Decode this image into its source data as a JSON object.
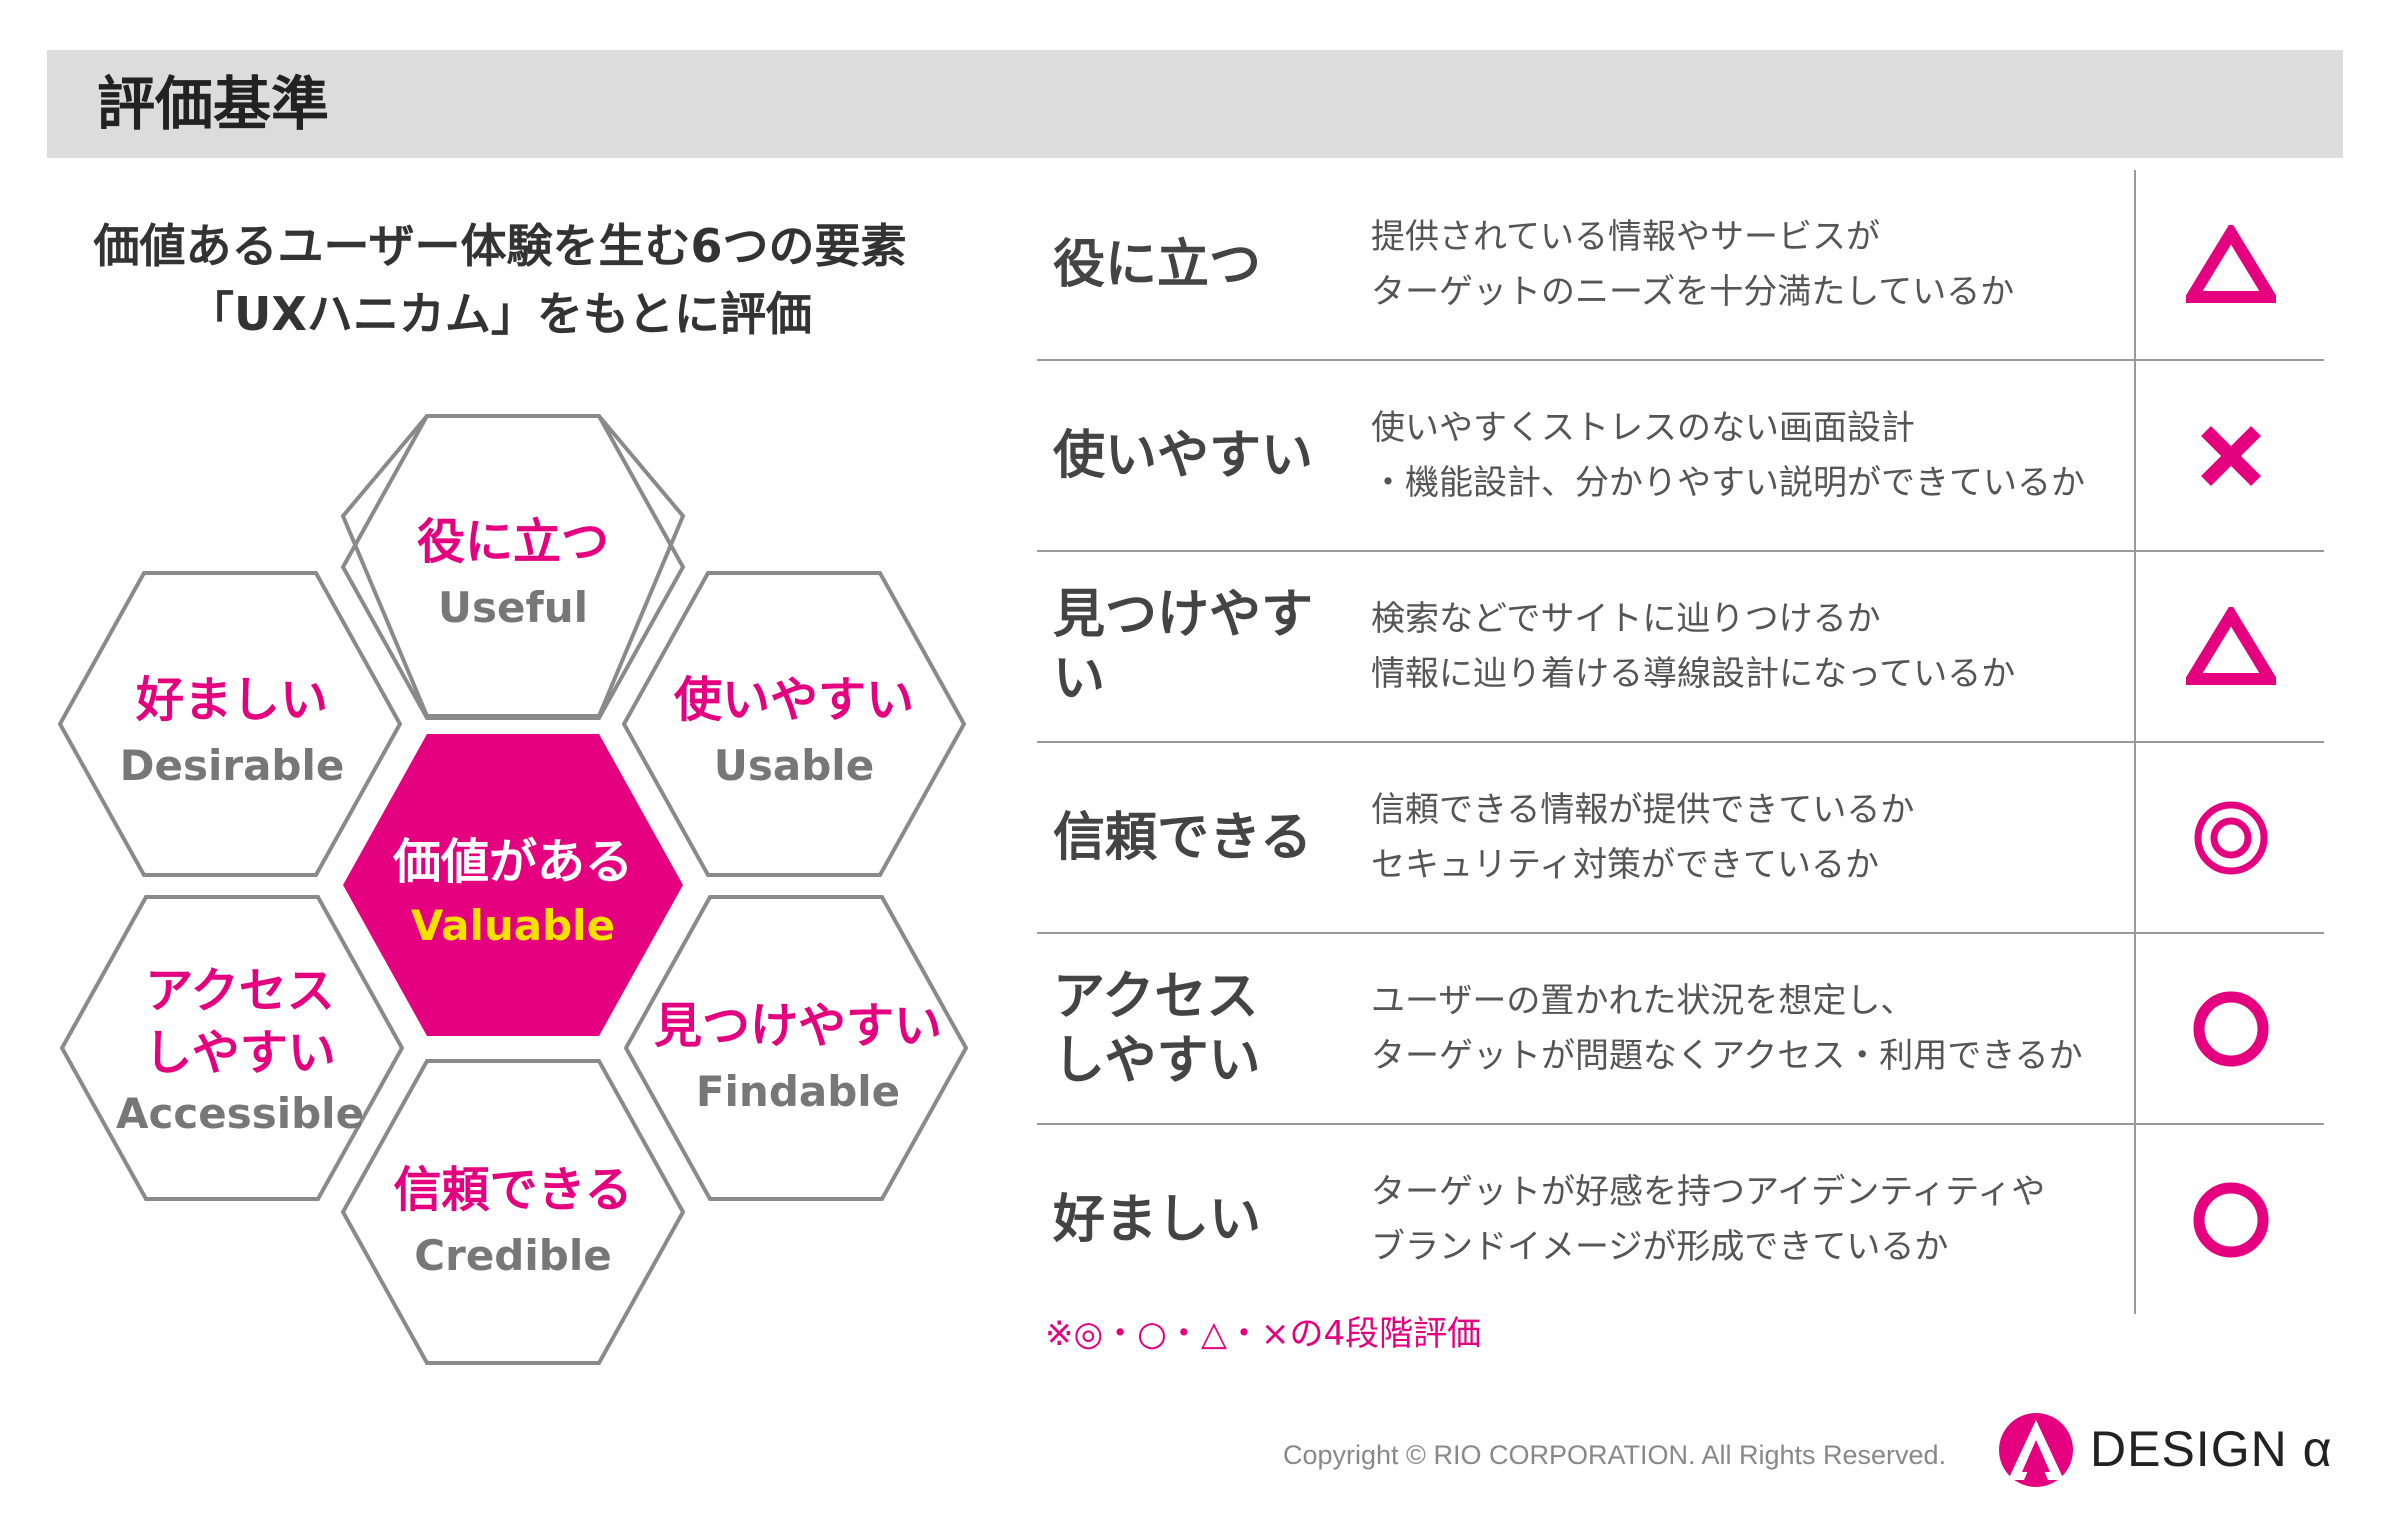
{
  "header": {
    "title": "評価基準"
  },
  "intro": {
    "line1": "価値あるユーザー体験を生む6つの要素",
    "line2": "「UXハニカム」をもとに評価"
  },
  "honeycomb": {
    "useful": {
      "jp": "役に立つ",
      "en": "Useful"
    },
    "desirable": {
      "jp": "好ましい",
      "en": "Desirable"
    },
    "usable": {
      "jp": "使いやすい",
      "en": "Usable"
    },
    "valuable": {
      "jp": "価値がある",
      "en": "Valuable"
    },
    "accessible": {
      "jp1": "アクセス",
      "jp2": "しやすい",
      "en": "Accessible"
    },
    "findable": {
      "jp": "見つけやすい",
      "en": "Findable"
    },
    "credible": {
      "jp": "信頼できる",
      "en": "Credible"
    }
  },
  "rows": [
    {
      "label": "役に立つ",
      "desc1": "提供されている情報やサービスが",
      "desc2": "ターゲットのニーズを十分満たしているか",
      "mark": "triangle"
    },
    {
      "label": "使いやすい",
      "desc1": "使いやすくストレスのない画面設計",
      "desc2": "・機能設計、分かりやすい説明ができているか",
      "mark": "cross"
    },
    {
      "label": "見つけやすい",
      "desc1": "検索などでサイトに辿りつけるか",
      "desc2": "情報に辿り着ける導線設計になっているか",
      "mark": "triangle"
    },
    {
      "label": "信頼できる",
      "desc1": "信頼できる情報が提供できているか",
      "desc2": "セキュリティ対策ができているか",
      "mark": "double-circle"
    },
    {
      "label1": "アクセス",
      "label2": "しやすい",
      "desc1": "ユーザーの置かれた状況を想定し、",
      "desc2": "ターゲットが問題なくアクセス・利用できるか",
      "mark": "circle"
    },
    {
      "label": "好ましい",
      "desc1": "ターゲットが好感を持つアイデンティティや",
      "desc2": "ブランドイメージが形成できているか",
      "mark": "circle"
    }
  ],
  "note": "※◎・○・△・×の4段階評価",
  "copyright": "Copyright © RIO CORPORATION. All Rights Reserved.",
  "logo": {
    "text": "DESIGN α"
  },
  "colors": {
    "accent": "#e5007f",
    "valuable_en": "#f5e000",
    "header_bg": "#dcdcdc"
  }
}
